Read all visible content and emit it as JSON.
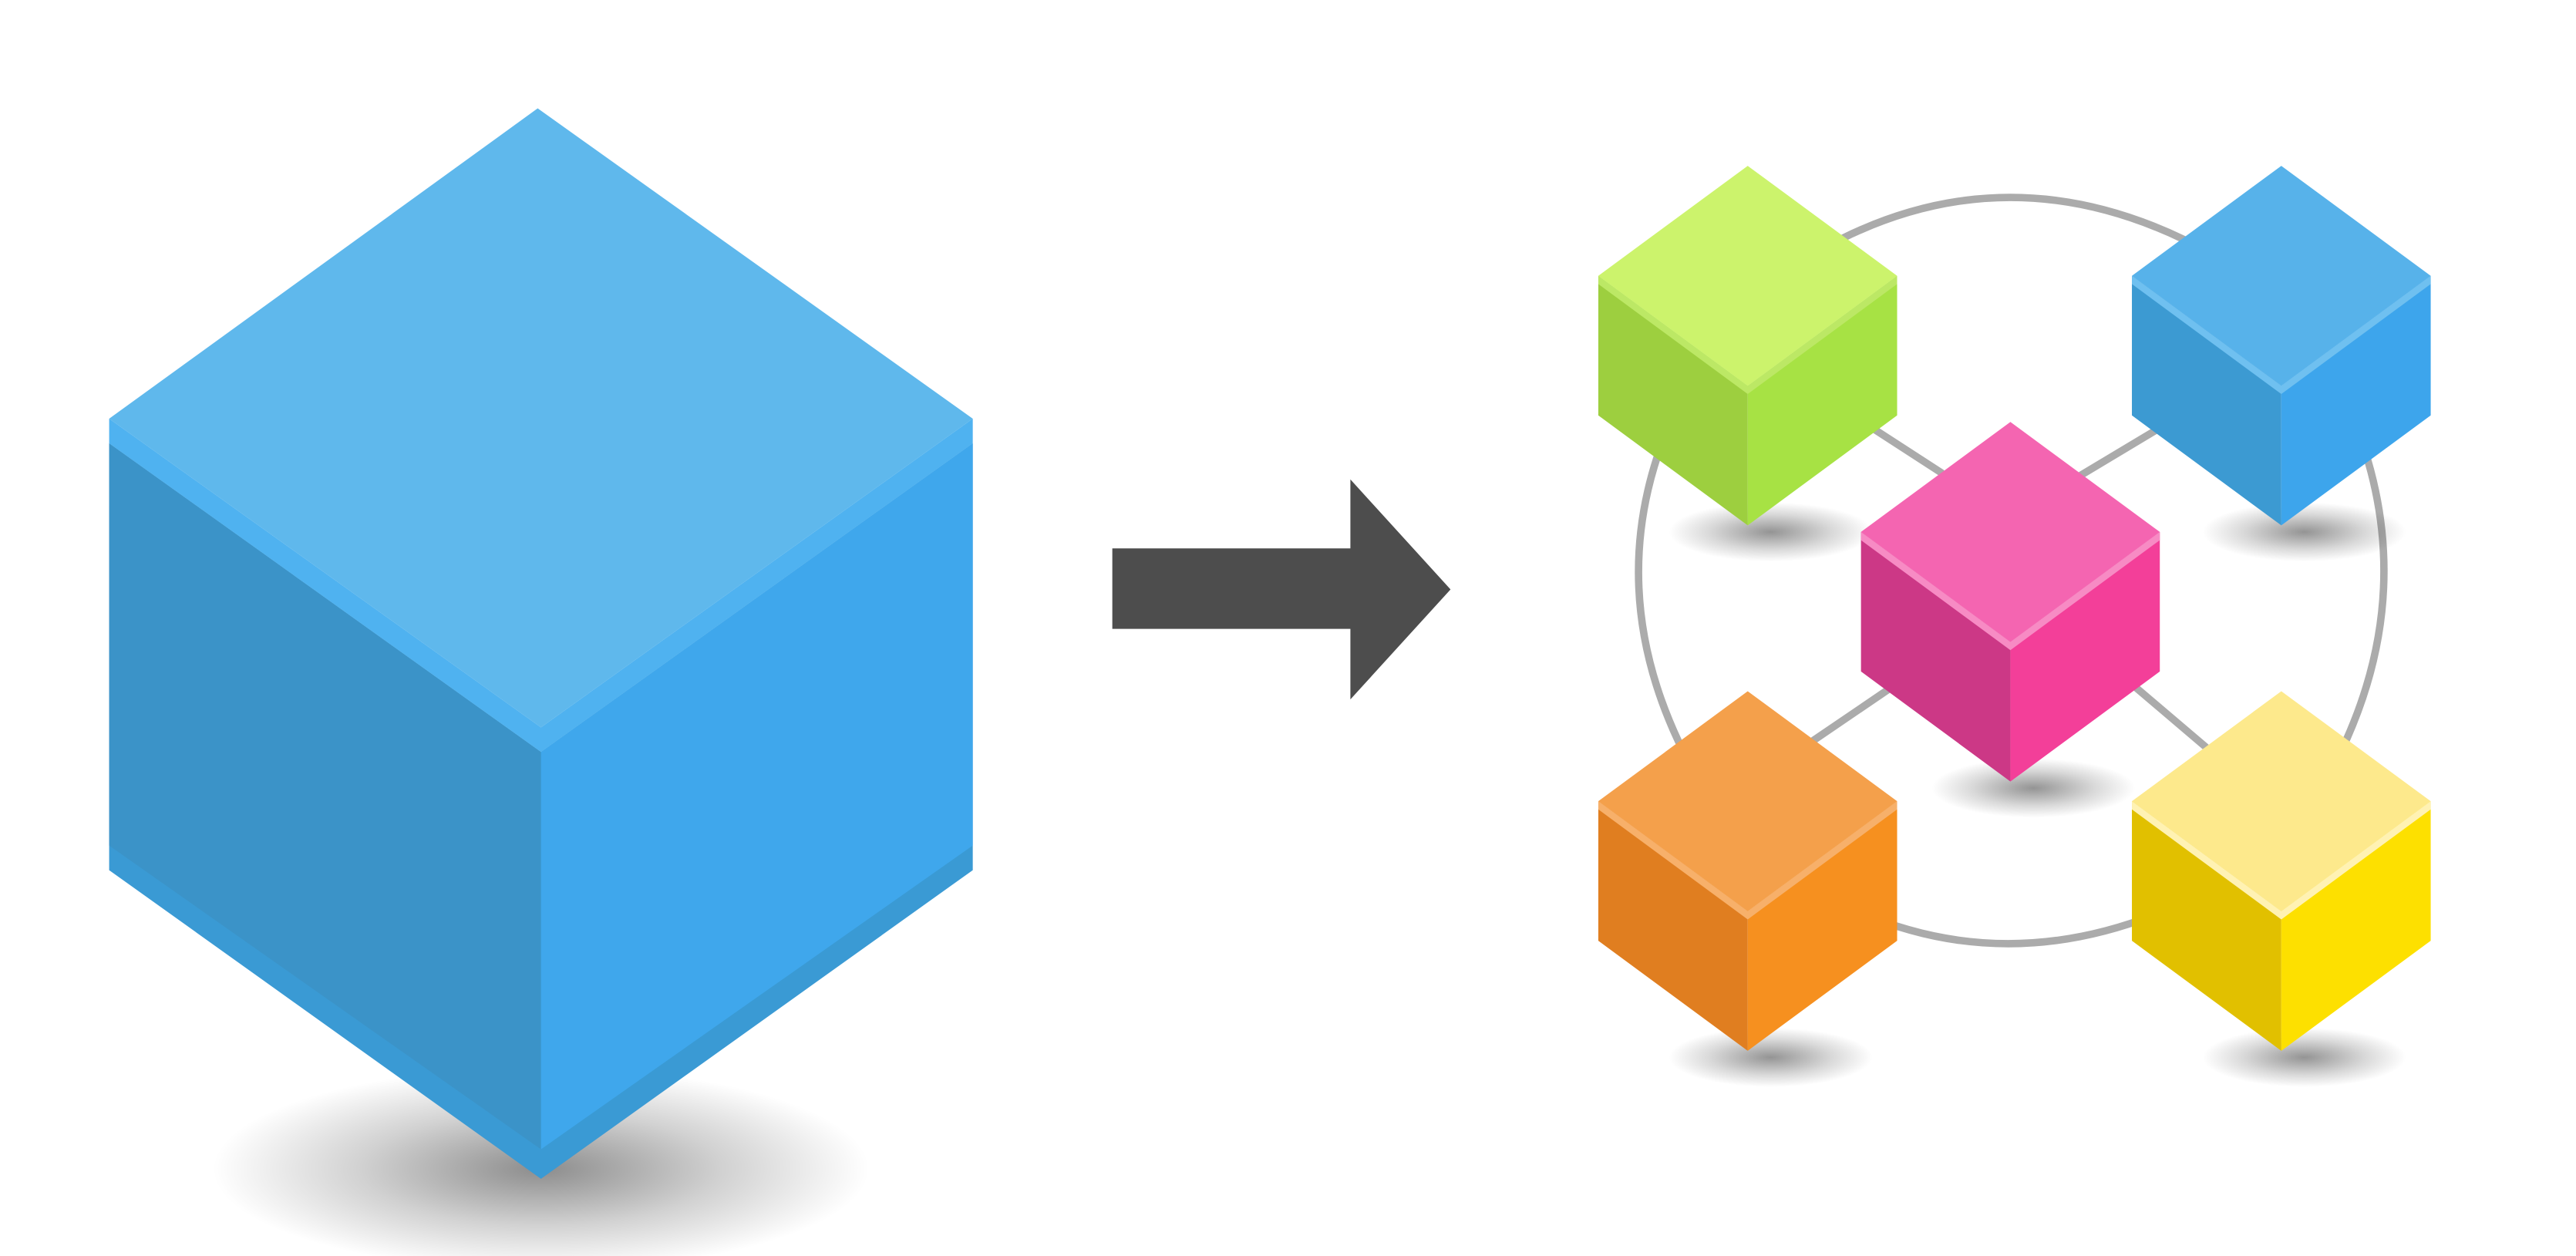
{
  "diagram": {
    "left_block": {
      "colors": {
        "top": "#5fb8ec",
        "top_rim": "#4fb2f0",
        "left": "#3b93c8",
        "right": "#3fa7ec",
        "bottom_rim": "#3a9ad4"
      }
    },
    "arrow": {
      "color": "#4d4d4d",
      "direction": "right"
    },
    "network": {
      "connector_color": "#ababab",
      "cubes": [
        {
          "name": "cube-green",
          "top": "#ccf36c",
          "left": "#9dcf3f",
          "right": "#a7e244",
          "rim": "#bce865"
        },
        {
          "name": "cube-blue",
          "top": "#57b2ea",
          "left": "#3c9ad2",
          "right": "#3da5ec",
          "rim": "#6fc0f0"
        },
        {
          "name": "cube-pink",
          "top": "#f465b1",
          "left": "#cc3886",
          "right": "#f33f99",
          "rim": "#f78bc4"
        },
        {
          "name": "cube-orange",
          "top": "#f4a04b",
          "left": "#e07e20",
          "right": "#f6901f",
          "rim": "#f7b06a"
        },
        {
          "name": "cube-yellow",
          "top": "#fde98c",
          "left": "#e1c000",
          "right": "#fde000",
          "rim": "#fff2b3"
        }
      ]
    }
  }
}
